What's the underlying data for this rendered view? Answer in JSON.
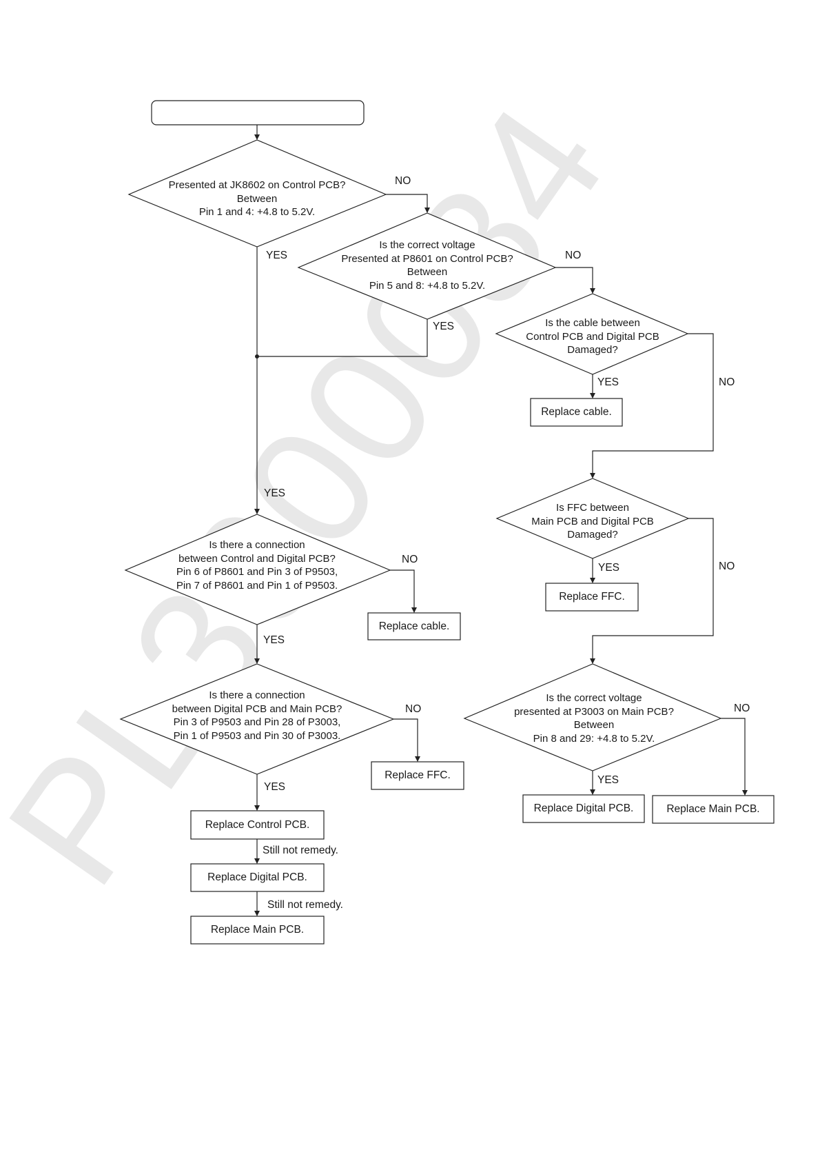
{
  "watermark": "PL3000084",
  "start_box": "",
  "diamonds": {
    "d1": [
      "Presented at JK8602 on Control PCB?",
      "Between",
      "Pin 1 and 4: +4.8 to 5.2V."
    ],
    "d2": [
      "Is the correct voltage",
      "Presented at P8601 on Control PCB?",
      "Between",
      "Pin 5 and 8: +4.8 to 5.2V."
    ],
    "d3": [
      "Is the cable between",
      "Control PCB and Digital PCB",
      "Damaged?"
    ],
    "d4": [
      "Is FFC between",
      "Main PCB and Digital PCB",
      "Damaged?"
    ],
    "d5": [
      "Is there a connection",
      "between Control and Digital PCB?",
      "Pin 6 of P8601 and Pin 3 of P9503,",
      "Pin 7 of P8601 and Pin 1 of P9503."
    ],
    "d6": [
      "Is there a connection",
      "between Digital PCB and Main PCB?",
      "Pin 3 of P9503 and Pin 28 of P3003,",
      "Pin 1 of P9503 and Pin 30 of P3003."
    ],
    "d7": [
      "Is the correct voltage",
      "presented at P3003 on Main PCB?",
      "Between",
      "Pin 8 and 29: +4.8 to 5.2V."
    ]
  },
  "boxes": {
    "replace_cable_1": "Replace cable.",
    "replace_ffc_1": "Replace FFC.",
    "replace_cable_2": "Replace cable.",
    "replace_ffc_2": "Replace FFC.",
    "replace_control": "Replace Control PCB.",
    "replace_digital_left": "Replace Digital PCB.",
    "replace_main_left": "Replace Main PCB.",
    "replace_digital_right": "Replace Digital PCB.",
    "replace_main_right": "Replace Main PCB."
  },
  "flow_labels": {
    "yes": "YES",
    "no": "NO",
    "still_not_remedy": "Still not remedy."
  }
}
